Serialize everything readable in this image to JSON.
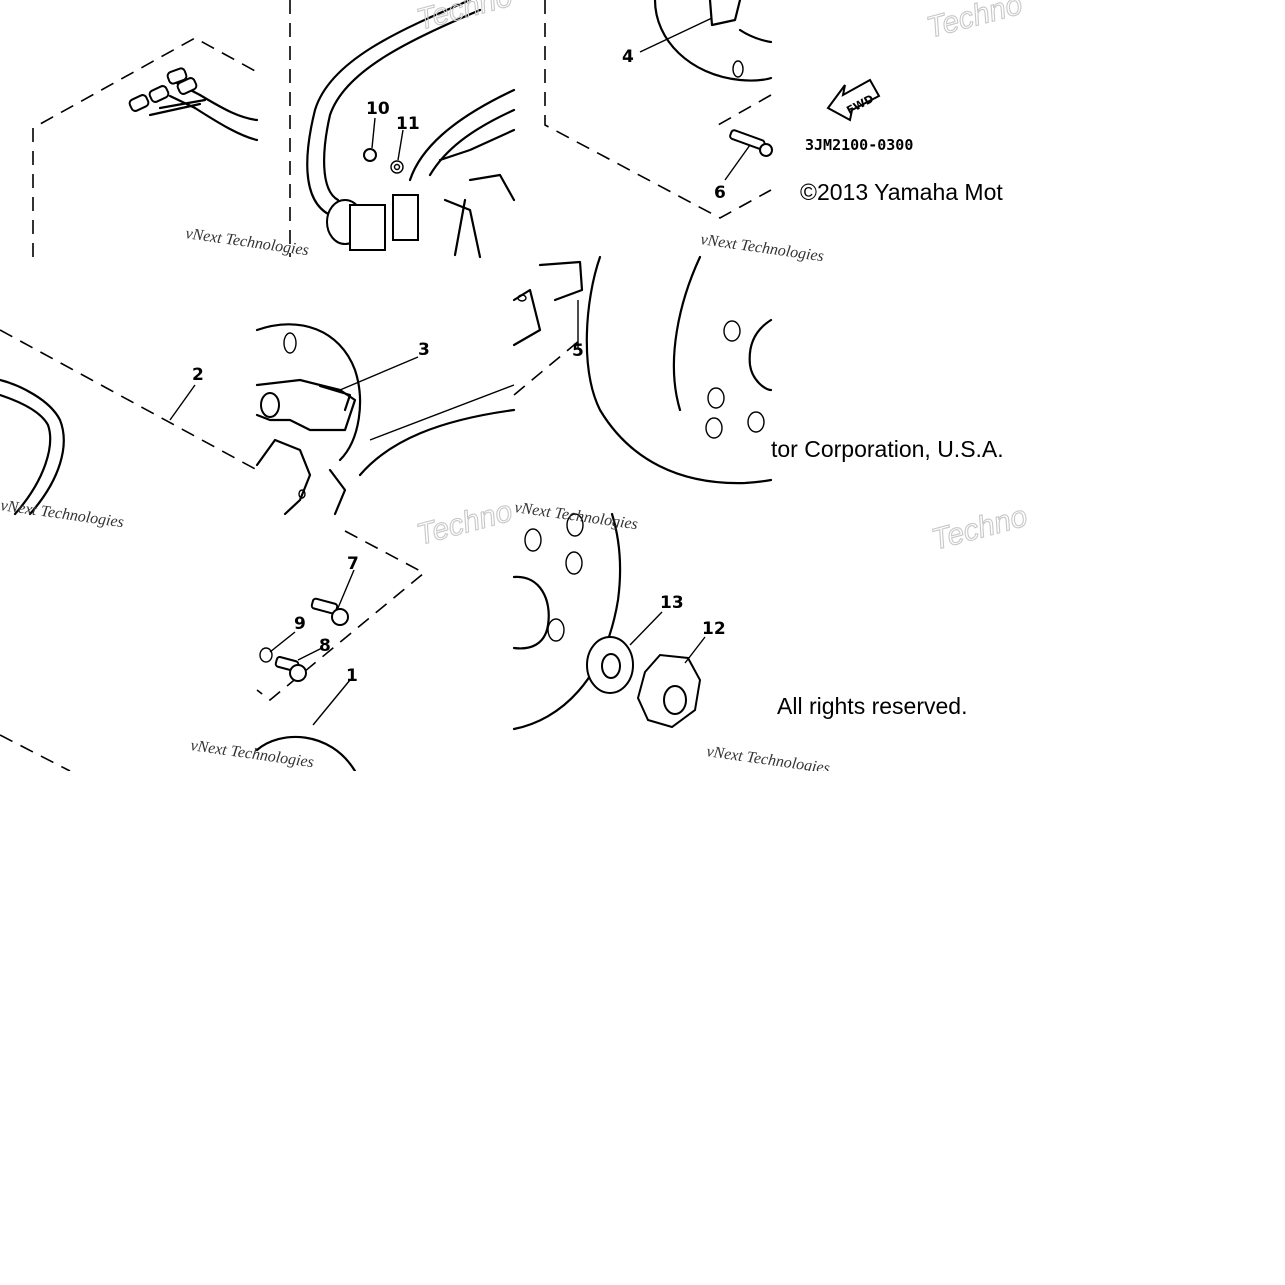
{
  "diagram": {
    "part_code": "3JM2100-0300",
    "fwd_label": "FWD",
    "copyright_line_1": "©2013 Yamaha Mot",
    "copyright_line_2": "tor Corporation, U.S.A.",
    "copyright_line_3": "All rights reserved.",
    "callouts": [
      "1",
      "2",
      "3",
      "4",
      "5",
      "6",
      "7",
      "8",
      "9",
      "10",
      "11",
      "12",
      "13"
    ],
    "watermark_brand": "vNext Technologies",
    "watermark_partial": "Techno"
  }
}
